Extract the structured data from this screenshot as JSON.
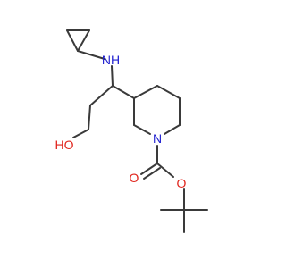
{
  "molecule": {
    "atoms": {
      "NH": "NH",
      "N": "N",
      "O_carbonyl": "O",
      "O_ester": "O",
      "OH": "HO"
    },
    "colors": {
      "bond": "#3a3a3a",
      "nitrogen": "#1f1fd0",
      "oxygen": "#e0241c"
    }
  }
}
